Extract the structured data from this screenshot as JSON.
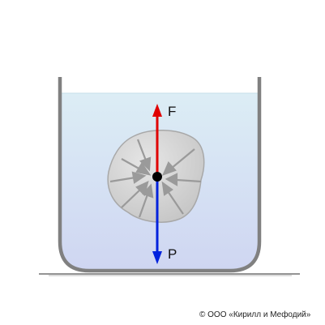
{
  "diagram": {
    "upward_force_label": "F",
    "downward_force_label": "P",
    "upward_force_color": "#e00000",
    "downward_force_color": "#0022dd",
    "water_color_top": "#dcedf5",
    "water_color_bottom": "#cfd6f2",
    "vessel_color": "#808080",
    "body_color": "#d2d2d2",
    "pressure_arrow_color": "#9a9a9a"
  },
  "footer": {
    "copyright": "© ООО «Кирилл и Мефодий»"
  }
}
